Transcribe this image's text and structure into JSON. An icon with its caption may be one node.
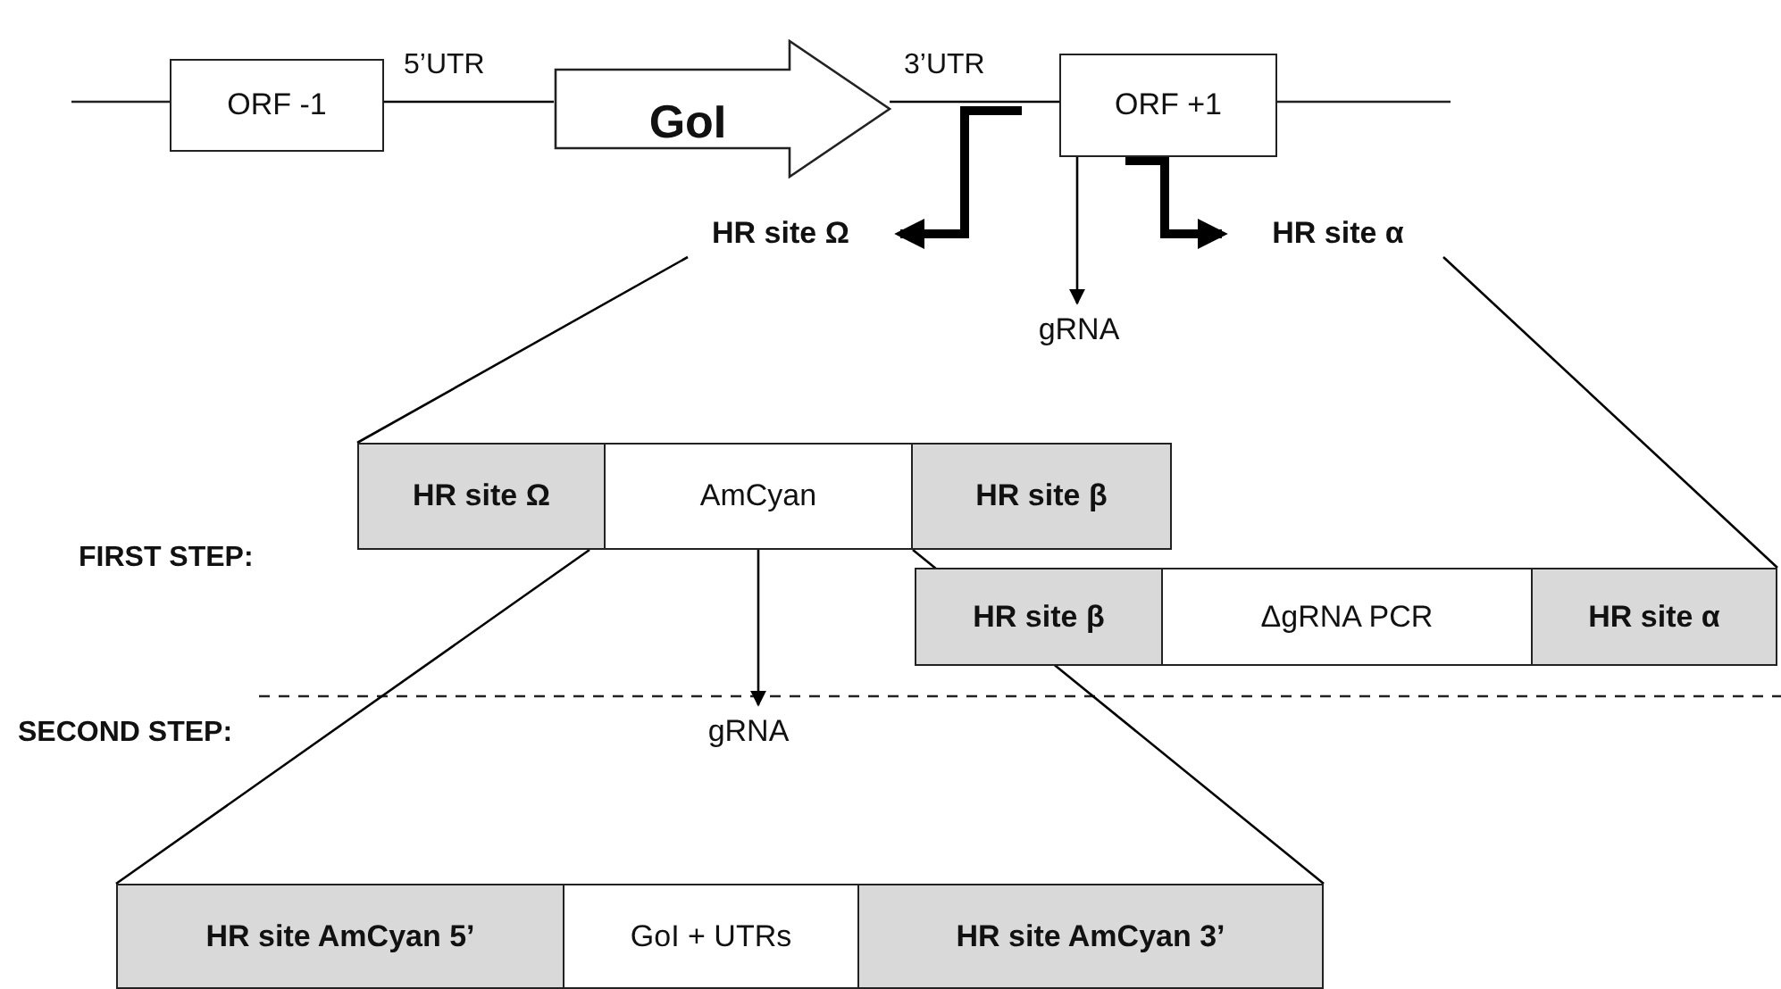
{
  "diagram": {
    "nodes": [
      {
        "text": [
          "ORF -1"
        ]
      },
      {
        "text": [
          "GoI"
        ]
      },
      {
        "text": [
          "ORF +1"
        ]
      },
      {
        "text": [
          "HR site Ω"
        ]
      },
      {
        "text": [
          "gRNA"
        ]
      },
      {
        "text": [
          "HR site α"
        ]
      },
      {
        "text": [
          "HR site Ω"
        ]
      },
      {
        "text": [
          "AmCyan"
        ]
      },
      {
        "text": [
          "HR site β"
        ]
      },
      {
        "text": [
          "HR site β"
        ]
      },
      {
        "text": [
          "ΔgRNA PCR"
        ]
      },
      {
        "text": [
          "HR site α"
        ]
      },
      {
        "text": [
          "gRNA"
        ]
      },
      {
        "text": [
          "HR site AmCyan 5’"
        ]
      },
      {
        "text": [
          "GoI + UTRs"
        ]
      },
      {
        "text": [
          "HR site AmCyan 3’"
        ]
      }
    ],
    "edges": [
      {
        "from": null,
        "to": 3,
        "arrow": "to",
        "style": "thick"
      },
      {
        "from": 2,
        "to": 4,
        "arrow": "to"
      },
      {
        "from": 2,
        "to": 5,
        "arrow": "to",
        "style": "thick"
      },
      {
        "from": 3,
        "to": 6,
        "arrow": "none"
      },
      {
        "from": 5,
        "to": 11,
        "arrow": "none"
      },
      {
        "from": 7,
        "to": 12,
        "arrow": "to"
      },
      {
        "from": 7,
        "to": 13,
        "arrow": "none"
      },
      {
        "from": 7,
        "to": 15,
        "arrow": "none"
      },
      {
        "from": 0,
        "to": 1,
        "arrow": "none"
      },
      {
        "from": 1,
        "to": 2,
        "arrow": "none"
      }
    ],
    "labels": [
      "5’UTR",
      "3’UTR",
      "FIRST STEP:",
      "SECOND STEP:"
    ]
  }
}
